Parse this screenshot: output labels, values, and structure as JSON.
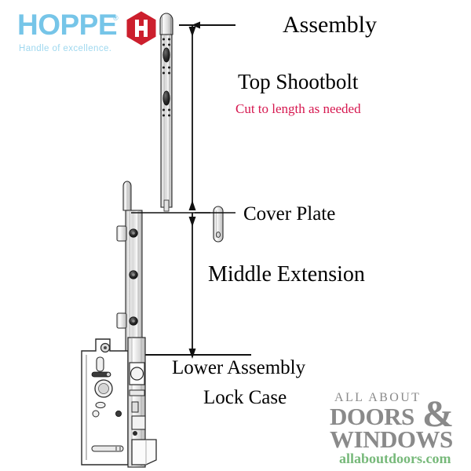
{
  "document": {
    "type": "technical-exploded-assembly-diagram",
    "subject": "HOPPE multipoint lock assembly components",
    "background_color": "#ffffff",
    "line_color": "#1a1a1a"
  },
  "brand_logo": {
    "name": "HOPPE",
    "wordmark": "HOPPE",
    "registered_mark": "®",
    "tagline": "Handle of excellence.",
    "wordmark_color": "#76c5e8",
    "tagline_color": "#9fd8ef",
    "emblem_color": "#cc1f2d",
    "emblem_shape": "hexagon-with-h"
  },
  "labels": {
    "title": "Assembly",
    "top_shootbolt": "Top Shootbolt",
    "top_shootbolt_note": "Cut to length as needed",
    "top_shootbolt_note_color": "#d6174f",
    "cover_plate": "Cover Plate",
    "middle_extension": "Middle Extension",
    "lower_assembly_line1": "Lower Assembly",
    "lower_assembly_line2": "Lock Case"
  },
  "watermark": {
    "line1": "ALL ABOUT",
    "ampersand": "&",
    "line2": "DOORS",
    "line3": "WINDOWS",
    "url": "allaboutdoors.com",
    "text_color": "#8a8a8a",
    "url_color": "#77b97a"
  },
  "parts": [
    {
      "id": "top-shootbolt",
      "label": "Top Shootbolt",
      "description": "Vertical rod with rounded end cap, drilled holes and two oval cams"
    },
    {
      "id": "cover-plate",
      "label": "Cover Plate",
      "description": "Narrow rounded strip with single hole near lower end"
    },
    {
      "id": "middle-extension",
      "label": "Middle Extension",
      "description": "Faceplate with roller cams and mounting lugs"
    },
    {
      "id": "lower-assembly-lock-case",
      "label": "Lower Assembly Lock Case",
      "description": "Gearbox with cylinder hole, spindle hole, deadbolt and latch"
    }
  ],
  "dimension_lines": [
    {
      "id": "top-shootbolt-extent",
      "from_label": "Top Shootbolt",
      "style": "double-arrow-vertical"
    },
    {
      "id": "middle-extension-extent",
      "from_label": "Middle Extension",
      "style": "double-arrow-vertical"
    }
  ]
}
